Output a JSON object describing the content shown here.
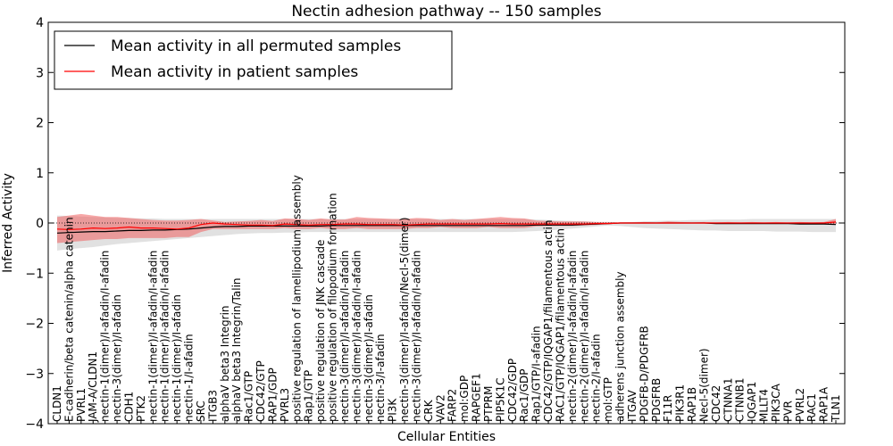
{
  "chart_data": {
    "type": "line",
    "title": "Nectin adhesion pathway -- 150 samples",
    "xlabel": "Cellular Entities",
    "ylabel": "Inferred Activity",
    "ylim": [
      -4,
      4
    ],
    "yticks": [
      "−4",
      "−3",
      "−2",
      "−1",
      "0",
      "1",
      "2",
      "3",
      "4"
    ],
    "legend_position": "top-left",
    "categories": [
      "CLDN1",
      "E-cadherin/beta catenin/alpha catenin",
      "PVRL1",
      "JAM-A/CLDN1",
      "nectin-1(dimer)/I-afadin/I-afadin",
      "nectin-3(dimer)/I-afadin",
      "CDH1",
      "PTK2",
      "nectin-1(dimer)/I-afadin/I-afadin",
      "nectin-1(dimer)/I-afadin/I-afadin",
      "nectin-1(dimer)/I-afadin",
      "nectin-1/I-afadin",
      "SRC",
      "ITGB3",
      "alphaV beta3 Integrin",
      "alphaV beta3 Integrin/Talin",
      "Rac1/GTP",
      "CDC42/GTP",
      "RAP1/GDP",
      "PVRL3",
      "positive regulation of lamellipodium assembly",
      "Rap1/GTP",
      "positive regulation of JNK cascade",
      "positive regulation of filopodium formation",
      "nectin-3(dimer)/I-afadin/I-afadin",
      "nectin-3(dimer)/I-afadin/I-afadin",
      "nectin-3(dimer)/I-afadin",
      "nectin-3/I-afadin",
      "PI3K",
      "nectin-3(dimer)/I-afadin/Necl-5(dimer)",
      "nectin-3(dimer)/I-afadin/I-afadin",
      "CRK",
      "VAV2",
      "FARP2",
      "mol:GDP",
      "RAPGEF1",
      "PTPRM",
      "PIP5K1C",
      "CDC42/GDP",
      "Rac1/GDP",
      "Rap1/GTP/I-afadin",
      "CDC42/GTP/IQGAP1/filamentous actin",
      "RAC1/GTP/IQGAP1/filamentous actin",
      "nectin-2(dimer)/I-afadin/I-afadin",
      "nectin-2(dimer)/I-afadin/I-afadin",
      "nectin-2/I-afadin",
      "mol:GTP",
      "adherens junction assembly",
      "ITGAV",
      "PDGFB-D/PDGFRB",
      "PDGFRB",
      "F11R",
      "PIK3R1",
      "RAP1B",
      "Necl-5(dimer)",
      "CDC42",
      "CTNNA1",
      "CTNNB1",
      "IQGAP1",
      "MLLT4",
      "PIK3CA",
      "PVR",
      "PVRL2",
      "RAC1",
      "RAP1A",
      "TLN1"
    ],
    "series": [
      {
        "name": "Mean activity in all permuted samples",
        "color": "#000000",
        "band_color": "#bdbdbd",
        "values": [
          -0.2,
          -0.19,
          -0.18,
          -0.17,
          -0.17,
          -0.16,
          -0.15,
          -0.15,
          -0.14,
          -0.14,
          -0.13,
          -0.12,
          -0.1,
          -0.08,
          -0.07,
          -0.07,
          -0.06,
          -0.06,
          -0.06,
          -0.06,
          -0.06,
          -0.06,
          -0.06,
          -0.05,
          -0.05,
          -0.05,
          -0.05,
          -0.05,
          -0.05,
          -0.05,
          -0.05,
          -0.05,
          -0.05,
          -0.05,
          -0.05,
          -0.05,
          -0.05,
          -0.05,
          -0.05,
          -0.05,
          -0.04,
          -0.04,
          -0.04,
          -0.04,
          -0.03,
          -0.02,
          -0.01,
          0,
          0,
          0,
          0,
          0,
          0,
          0,
          0,
          -0.01,
          -0.01,
          -0.01,
          -0.01,
          -0.01,
          -0.01,
          -0.01,
          -0.02,
          -0.02,
          -0.02,
          -0.03
        ],
        "lower": [
          -0.55,
          -0.52,
          -0.5,
          -0.48,
          -0.45,
          -0.42,
          -0.4,
          -0.38,
          -0.36,
          -0.34,
          -0.32,
          -0.3,
          -0.28,
          -0.26,
          -0.24,
          -0.22,
          -0.21,
          -0.2,
          -0.2,
          -0.19,
          -0.19,
          -0.18,
          -0.18,
          -0.18,
          -0.18,
          -0.18,
          -0.18,
          -0.18,
          -0.18,
          -0.18,
          -0.18,
          -0.18,
          -0.18,
          -0.18,
          -0.18,
          -0.18,
          -0.18,
          -0.18,
          -0.18,
          -0.17,
          -0.16,
          -0.15,
          -0.13,
          -0.11,
          -0.09,
          -0.07,
          -0.05,
          -0.06,
          -0.08,
          -0.1,
          -0.11,
          -0.12,
          -0.13,
          -0.14,
          -0.15,
          -0.15,
          -0.16,
          -0.16,
          -0.16,
          -0.16,
          -0.17,
          -0.17,
          -0.17,
          -0.18,
          -0.18,
          -0.18
        ],
        "upper": [
          0.15,
          0.14,
          0.13,
          0.12,
          0.11,
          0.1,
          0.1,
          0.09,
          0.09,
          0.08,
          0.08,
          0.08,
          0.08,
          0.08,
          0.08,
          0.08,
          0.08,
          0.08,
          0.08,
          0.08,
          0.08,
          0.08,
          0.08,
          0.08,
          0.08,
          0.08,
          0.08,
          0.08,
          0.08,
          0.08,
          0.08,
          0.08,
          0.08,
          0.08,
          0.08,
          0.08,
          0.08,
          0.08,
          0.08,
          0.08,
          0.07,
          0.06,
          0.05,
          0.04,
          0.03,
          0.02,
          0.01,
          0.01,
          0.02,
          0.03,
          0.04,
          0.05,
          0.05,
          0.06,
          0.06,
          0.07,
          0.07,
          0.07,
          0.08,
          0.08,
          0.08,
          0.08,
          0.08,
          0.08,
          0.08,
          0.08
        ]
      },
      {
        "name": "Mean activity in patient samples",
        "color": "#ff0000",
        "band_color": "#f06060",
        "values": [
          -0.12,
          -0.13,
          -0.12,
          -0.1,
          -0.11,
          -0.1,
          -0.08,
          -0.1,
          -0.1,
          -0.11,
          -0.12,
          -0.1,
          -0.03,
          0,
          -0.02,
          -0.03,
          -0.04,
          -0.04,
          -0.05,
          -0.02,
          -0.03,
          -0.04,
          -0.03,
          -0.03,
          -0.02,
          -0.02,
          -0.03,
          -0.03,
          -0.03,
          -0.04,
          -0.03,
          -0.02,
          -0.02,
          -0.02,
          -0.02,
          -0.02,
          -0.02,
          -0.01,
          -0.02,
          -0.02,
          -0.02,
          -0.02,
          -0.02,
          -0.02,
          -0.02,
          -0.01,
          -0.01,
          0,
          0,
          0,
          0,
          0,
          0,
          0,
          0,
          0,
          0,
          0,
          0,
          0,
          0,
          0,
          0,
          0,
          0,
          0.02
        ],
        "lower": [
          -0.4,
          -0.38,
          -0.36,
          -0.34,
          -0.32,
          -0.32,
          -0.3,
          -0.3,
          -0.3,
          -0.3,
          -0.28,
          -0.28,
          -0.18,
          -0.12,
          -0.12,
          -0.12,
          -0.12,
          -0.12,
          -0.12,
          -0.1,
          -0.12,
          -0.12,
          -0.1,
          -0.12,
          -0.12,
          -0.1,
          -0.12,
          -0.12,
          -0.12,
          -0.12,
          -0.1,
          -0.1,
          -0.08,
          -0.1,
          -0.1,
          -0.1,
          -0.08,
          -0.1,
          -0.1,
          -0.1,
          -0.07,
          -0.06,
          -0.06,
          -0.06,
          -0.05,
          -0.04,
          -0.02,
          -0.01,
          -0.01,
          -0.01,
          -0.01,
          -0.01,
          -0.01,
          -0.01,
          -0.01,
          -0.01,
          -0.01,
          -0.01,
          -0.01,
          -0.01,
          -0.01,
          -0.01,
          -0.01,
          -0.01,
          -0.01,
          -0.02
        ],
        "upper": [
          0.12,
          0.15,
          0.18,
          0.15,
          0.12,
          0.12,
          0.1,
          0.08,
          0.06,
          0.05,
          0.05,
          0.06,
          0.08,
          0.05,
          0.02,
          0.03,
          0.04,
          0.06,
          0.04,
          0.09,
          0.08,
          0.06,
          0.09,
          0.07,
          0.07,
          0.12,
          0.1,
          0.09,
          0.08,
          0.08,
          0.1,
          0.09,
          0.06,
          0.08,
          0.06,
          0.08,
          0.1,
          0.12,
          0.1,
          0.09,
          0.05,
          0.04,
          0.03,
          0.03,
          0.03,
          0.02,
          0.02,
          0.01,
          0.01,
          0.02,
          0.01,
          0.03,
          0.02,
          0.01,
          0.02,
          0.01,
          0.02,
          0.01,
          0.02,
          0.01,
          0.02,
          0.01,
          0.02,
          0.01,
          0.02,
          0.08
        ]
      }
    ]
  }
}
